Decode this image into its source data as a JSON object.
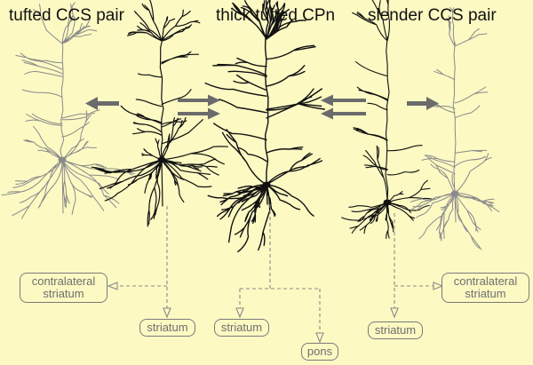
{
  "titles": {
    "left": "tufted CCS pair",
    "center": "thick tufted CPn",
    "right": "slender CCS pair"
  },
  "targets": {
    "left_contralateral": [
      "contralateral",
      "striatum"
    ],
    "left_striatum": "striatum",
    "center_striatum": "striatum",
    "center_pons": "pons",
    "right_striatum": "striatum",
    "right_contralateral": [
      "contralateral",
      "striatum"
    ]
  },
  "colors": {
    "background": "#fcf9c3",
    "neuron_black": "#111111",
    "neuron_gray": "#8a8a8a",
    "arrow": "#6b6b6b",
    "dashed": "#8a8a8a"
  }
}
